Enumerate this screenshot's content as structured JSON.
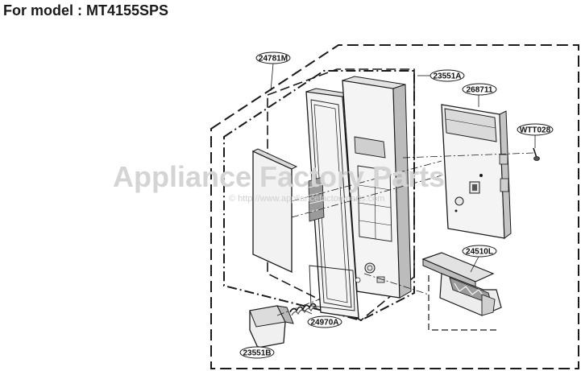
{
  "header": {
    "title": "For model : MT4155SPS"
  },
  "watermark": {
    "main": "Appliance Factory Parts",
    "sub": "© http://www.appliancefactoryparts.com"
  },
  "callouts": [
    {
      "id": "c-24781M",
      "label": "24781M"
    },
    {
      "id": "c-23551A",
      "label": "23551A"
    },
    {
      "id": "c-268711",
      "label": "268711"
    },
    {
      "id": "c-WTT028",
      "label": "WTT028"
    },
    {
      "id": "c-24510L",
      "label": "24510L"
    },
    {
      "id": "c-24970A",
      "label": "24970A"
    },
    {
      "id": "c-23551B",
      "label": "23551B"
    }
  ],
  "colors": {
    "line": "#1a1a1a",
    "part_fill": "#f2f2f2",
    "part_shade": "#b8b8b8",
    "watermark": "#d4d4d4"
  }
}
